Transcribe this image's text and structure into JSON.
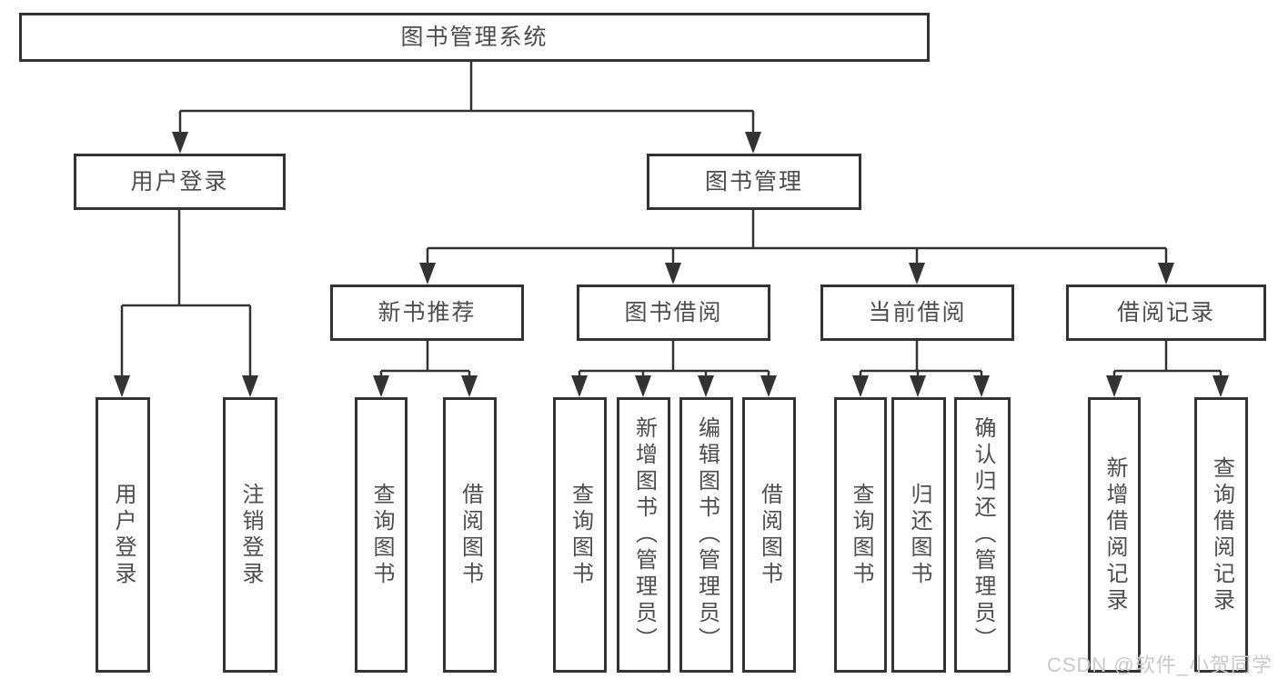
{
  "colors": {
    "line": "#333333",
    "text": "#4d4d4d",
    "watermark": "#c9c9c9",
    "background": "#ffffff"
  },
  "watermark": "CSDN @软件_小贺同学",
  "nodes": {
    "root": {
      "label": "图书管理系统",
      "children": [
        "user_login_module",
        "book_mgmt_module"
      ]
    },
    "user_login_module": {
      "label": "用户登录",
      "children": [
        "login",
        "logout"
      ]
    },
    "login": {
      "label": "用户登录"
    },
    "logout": {
      "label": "注销登录"
    },
    "book_mgmt_module": {
      "label": "图书管理",
      "children": [
        "new_books",
        "book_borrow",
        "current_borrow",
        "borrow_records"
      ]
    },
    "new_books": {
      "label": "新书推荐",
      "children": [
        "nb_query",
        "nb_borrow"
      ]
    },
    "nb_query": {
      "label": "查询图书"
    },
    "nb_borrow": {
      "label": "借阅图书"
    },
    "book_borrow": {
      "label": "图书借阅",
      "children": [
        "bb_query",
        "bb_add",
        "bb_edit",
        "bb_borrow"
      ]
    },
    "bb_query": {
      "label": "查询图书"
    },
    "bb_add": {
      "label": "新增图书（管理员）"
    },
    "bb_edit": {
      "label": "编辑图书（管理员）"
    },
    "bb_borrow": {
      "label": "借阅图书"
    },
    "current_borrow": {
      "label": "当前借阅",
      "children": [
        "cb_query",
        "cb_return",
        "cb_confirm"
      ]
    },
    "cb_query": {
      "label": "查询图书"
    },
    "cb_return": {
      "label": "归还图书"
    },
    "cb_confirm": {
      "label": "确认归还（管理员）"
    },
    "borrow_records": {
      "label": "借阅记录",
      "children": [
        "br_add",
        "br_query"
      ]
    },
    "br_add": {
      "label": "新增借阅记录"
    },
    "br_query": {
      "label": "查询借阅记录"
    }
  }
}
